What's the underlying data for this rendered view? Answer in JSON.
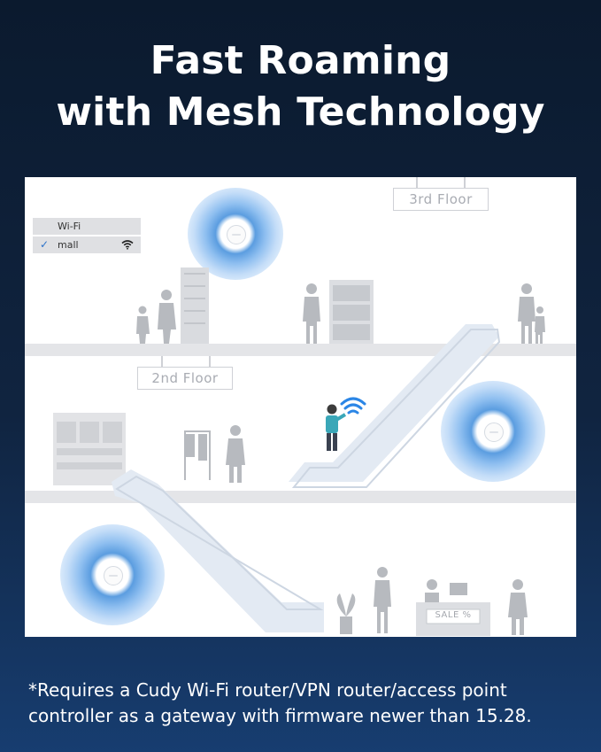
{
  "headline": {
    "line1": "Fast Roaming",
    "line2": "with Mesh Technology"
  },
  "illustration": {
    "floor_labels": [
      "3rd Floor",
      "2nd Floor"
    ],
    "wifi_panel": {
      "title": "Wi-Fi",
      "network": "mall",
      "icons": [
        "checkmark-icon",
        "wifi-signal-icon"
      ]
    },
    "sale_sign": "SALE %",
    "access_points": 3,
    "colors": {
      "ap_glow": "#5b9de0",
      "person_shirt": "#3aa7b8",
      "wifi_signal": "#2b86e6",
      "silhouette": "#b4b7bd"
    }
  },
  "footnote": {
    "line1": "*Requires a Cudy Wi-Fi router/VPN router/access point",
    "line2": "controller as a gateway with firmware newer than 15.28."
  }
}
